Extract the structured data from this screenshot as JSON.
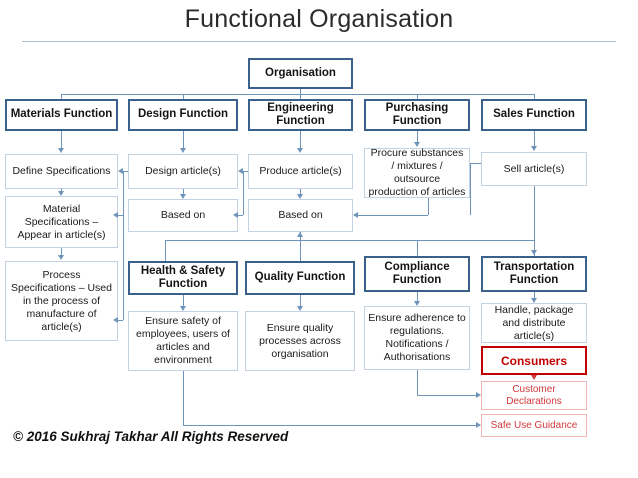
{
  "title": "Functional Organisation",
  "copyright": "© 2016 Sukhraj Takhar All Rights Reserved",
  "colors": {
    "header_border": "#39618c",
    "sub_border": "#c3d2e2",
    "connector": "#6f94ba",
    "red_strong": "#c00000",
    "red_light": "#d4393b",
    "title_rule": "#a9c0d6"
  },
  "root": {
    "label": "Organisation"
  },
  "columns_row1": [
    {
      "header": "Materials Function",
      "steps": [
        "Define Specifications",
        "Material Specifications – Appear in article(s)",
        "Process Specifications – Used in the process of manufacture of article(s)"
      ]
    },
    {
      "header": "Design Function",
      "steps": [
        "Design article(s)",
        "Based on"
      ]
    },
    {
      "header": "Engineering Function",
      "steps": [
        "Produce article(s)",
        "Based on"
      ]
    },
    {
      "header": "Purchasing Function",
      "steps": [
        "Procure substances / mixtures / outsource production of articles"
      ]
    },
    {
      "header": "Sales Function",
      "steps": [
        "Sell article(s)"
      ]
    }
  ],
  "columns_row2": [
    {
      "header": "Health & Safety Function",
      "steps": [
        "Ensure safety of employees, users of articles and environment"
      ]
    },
    {
      "header": "Quality Function",
      "steps": [
        "Ensure quality processes across organisation"
      ]
    },
    {
      "header": "Compliance Function",
      "steps": [
        "Ensure adherence to regulations. Notifications / Authorisations"
      ]
    },
    {
      "header": "Transportation Function",
      "steps": [
        "Handle, package and distribute article(s)"
      ]
    }
  ],
  "consumer_chain": {
    "primary": "Consumers",
    "outputs": [
      "Customer Declarations",
      "Safe Use Guidance"
    ]
  }
}
